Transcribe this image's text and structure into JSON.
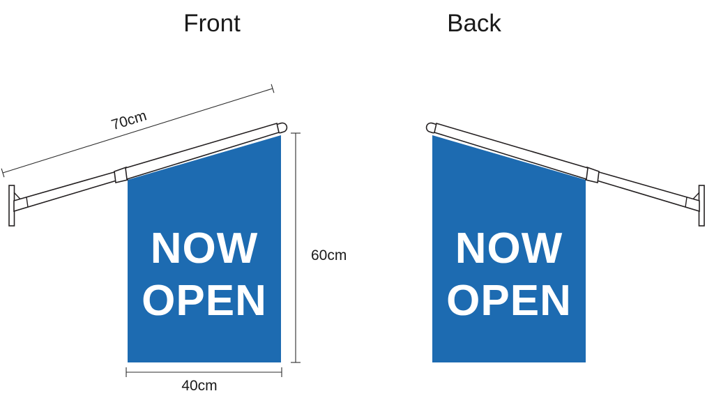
{
  "views": {
    "front": {
      "title": "Front"
    },
    "back": {
      "title": "Back"
    }
  },
  "flag": {
    "line1": "NOW",
    "line2": "OPEN",
    "color": "#1d6bb1",
    "text_color": "#ffffff"
  },
  "dimensions": {
    "pole_length": "70cm",
    "flag_height": "60cm",
    "flag_width": "40cm"
  }
}
